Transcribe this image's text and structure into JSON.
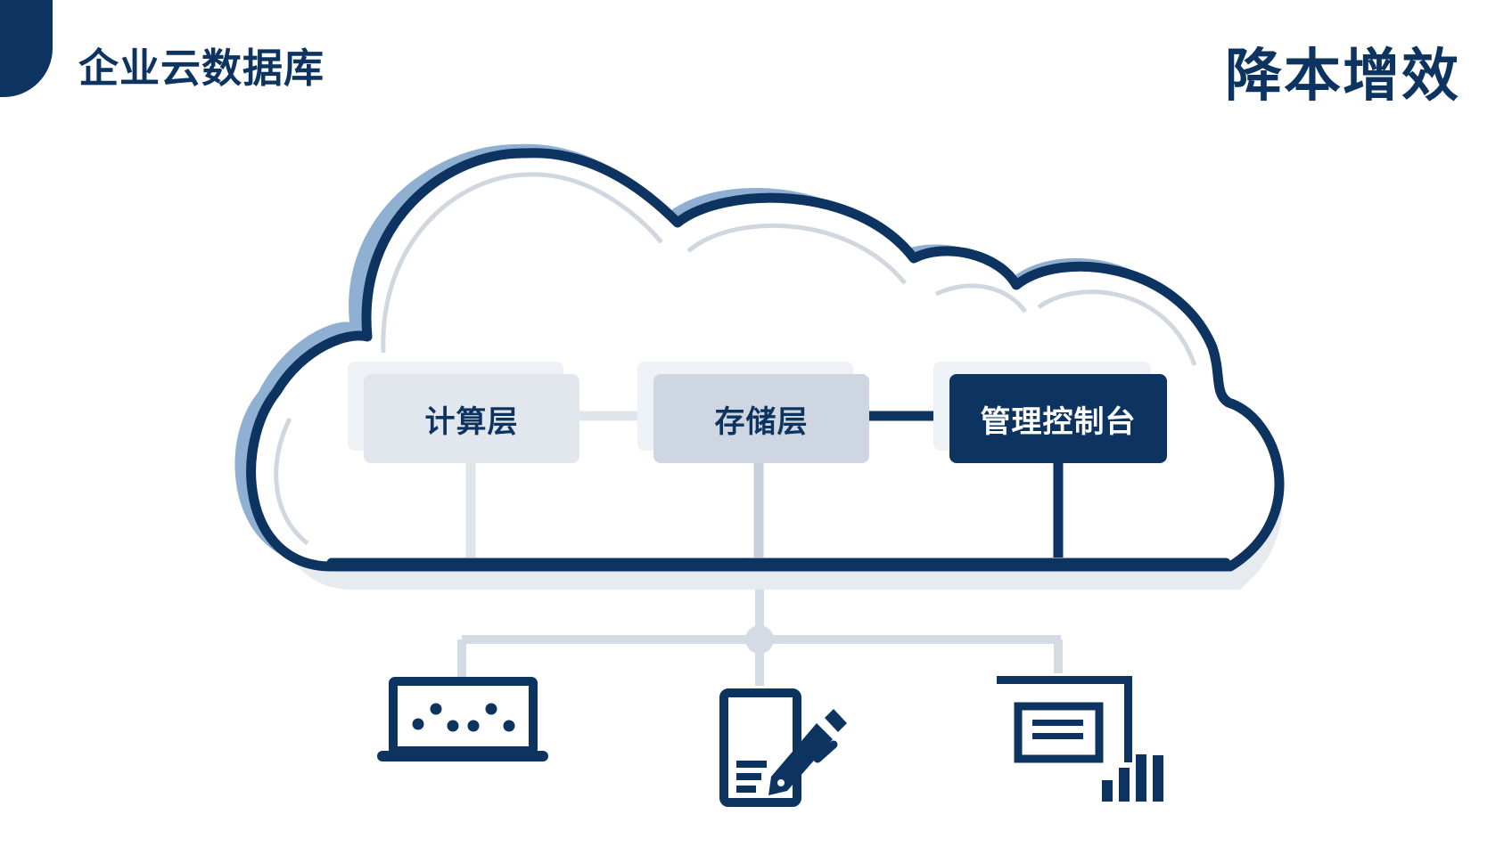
{
  "header": {
    "title": "企业云数据库",
    "slogan": "降本增效"
  },
  "layers": {
    "compute": "计算层",
    "storage": "存储层",
    "console": "管理控制台"
  },
  "devices": [
    {
      "name": "laptop-icon"
    },
    {
      "name": "tablet-edit-icon"
    },
    {
      "name": "report-chart-icon"
    }
  ],
  "colors": {
    "navy": "#0d3461",
    "cloud_shadow": "#8fb0d2",
    "connector_light": "#d3dbe5"
  }
}
